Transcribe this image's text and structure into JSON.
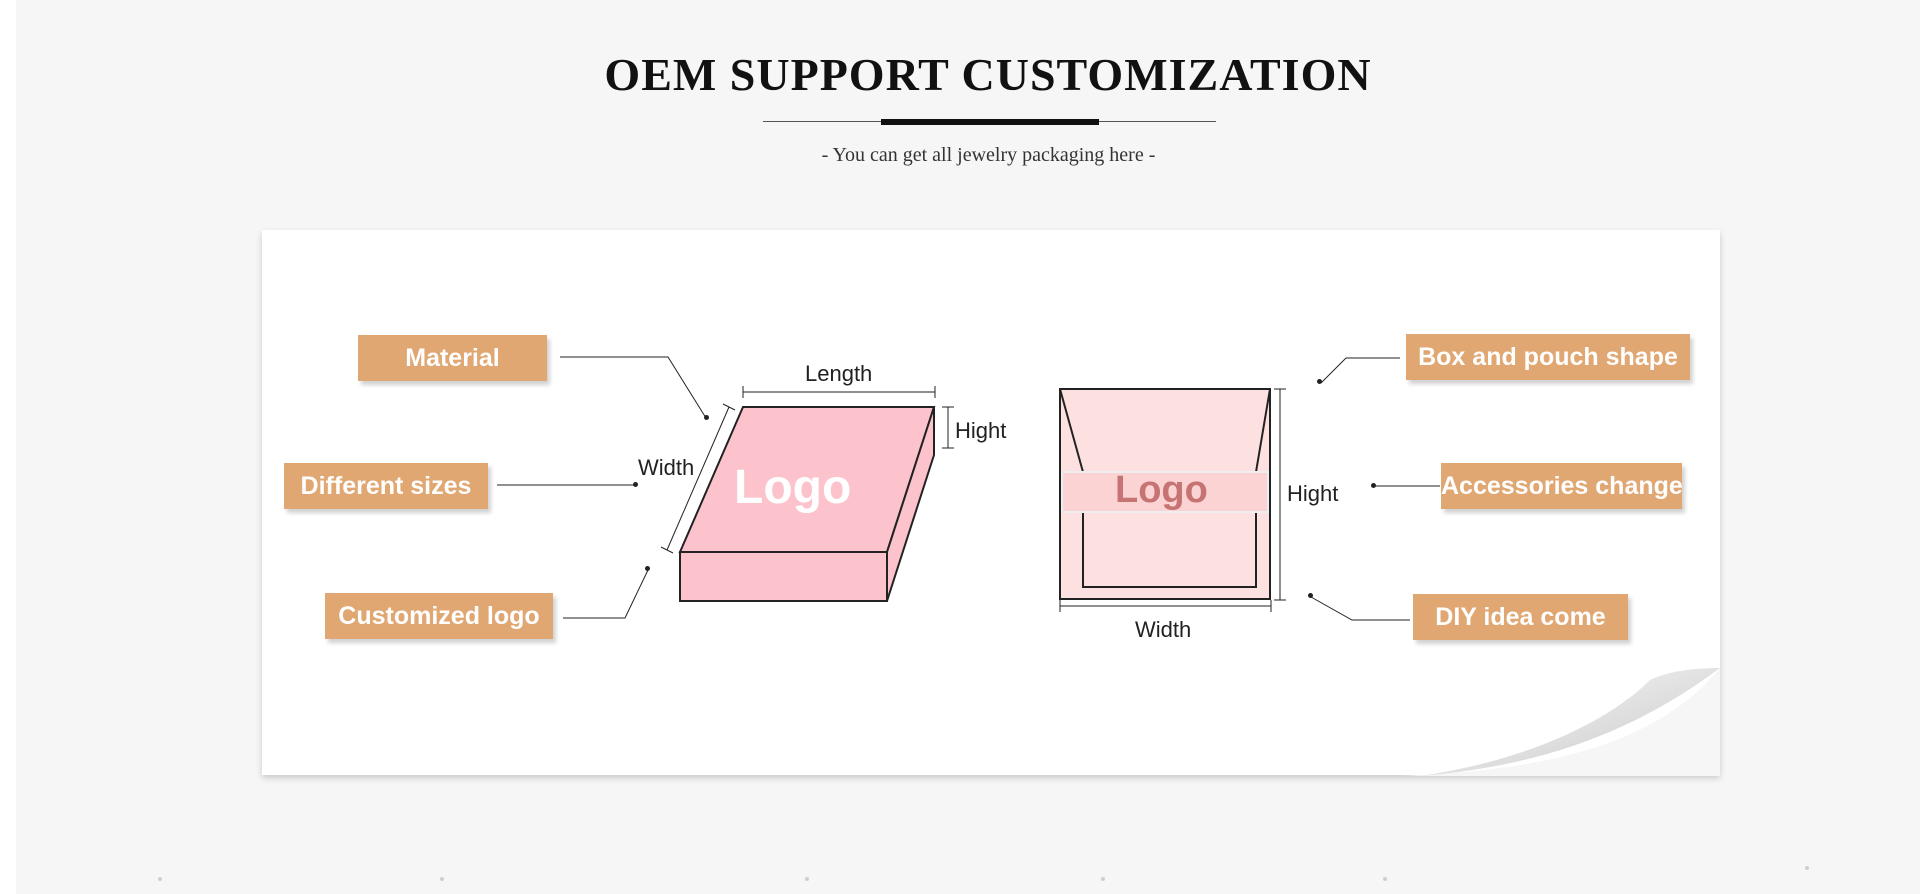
{
  "header": {
    "title": "OEM SUPPORT CUSTOMIZATION",
    "subtitle": "- You can get all jewelry packaging here -"
  },
  "left_labels": {
    "material": "Material",
    "different_sizes": "Different sizes",
    "customized_logo": "Customized logo"
  },
  "right_labels": {
    "box_and_pouch_shape": "Box and pouch shape",
    "accessories_change": "Accessories change",
    "diy_idea_come": "DIY idea come"
  },
  "box_diagram": {
    "length_label": "Length",
    "width_label": "Width",
    "height_label": "Hight",
    "logo": "Logo"
  },
  "pouch_diagram": {
    "width_label": "Width",
    "height_label": "Hight",
    "logo": "Logo"
  },
  "colors": {
    "tag_background": "#e0a772",
    "tag_text": "#ffffff",
    "box_fill": "#fcc3cc",
    "pouch_fill": "#fde0e0",
    "pouch_logo": "#c57373"
  }
}
